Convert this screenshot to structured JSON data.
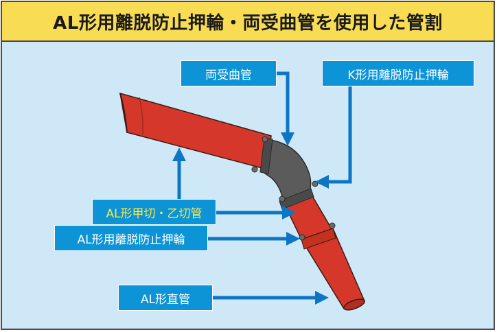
{
  "title": "AL形用離脱防止押輪・両受曲管を使用した管割",
  "labels": {
    "ryouke_kyokan": "両受曲管",
    "k_oshiwa": "K形用離脱防止押輪",
    "al_kou_otsu": "AL形甲切・乙切管",
    "al_oshiwa": "AL形用離脱防止押輪",
    "al_chokkan": "AL形直管"
  },
  "colors": {
    "background": "#cfe8f7",
    "header": "#f8dc54",
    "label_bg": "#0d94d6",
    "arrow": "#0d76c4",
    "pipe": "#d5382a",
    "bend": "#5a5a5a",
    "highlight_text": "#ffe94a"
  }
}
